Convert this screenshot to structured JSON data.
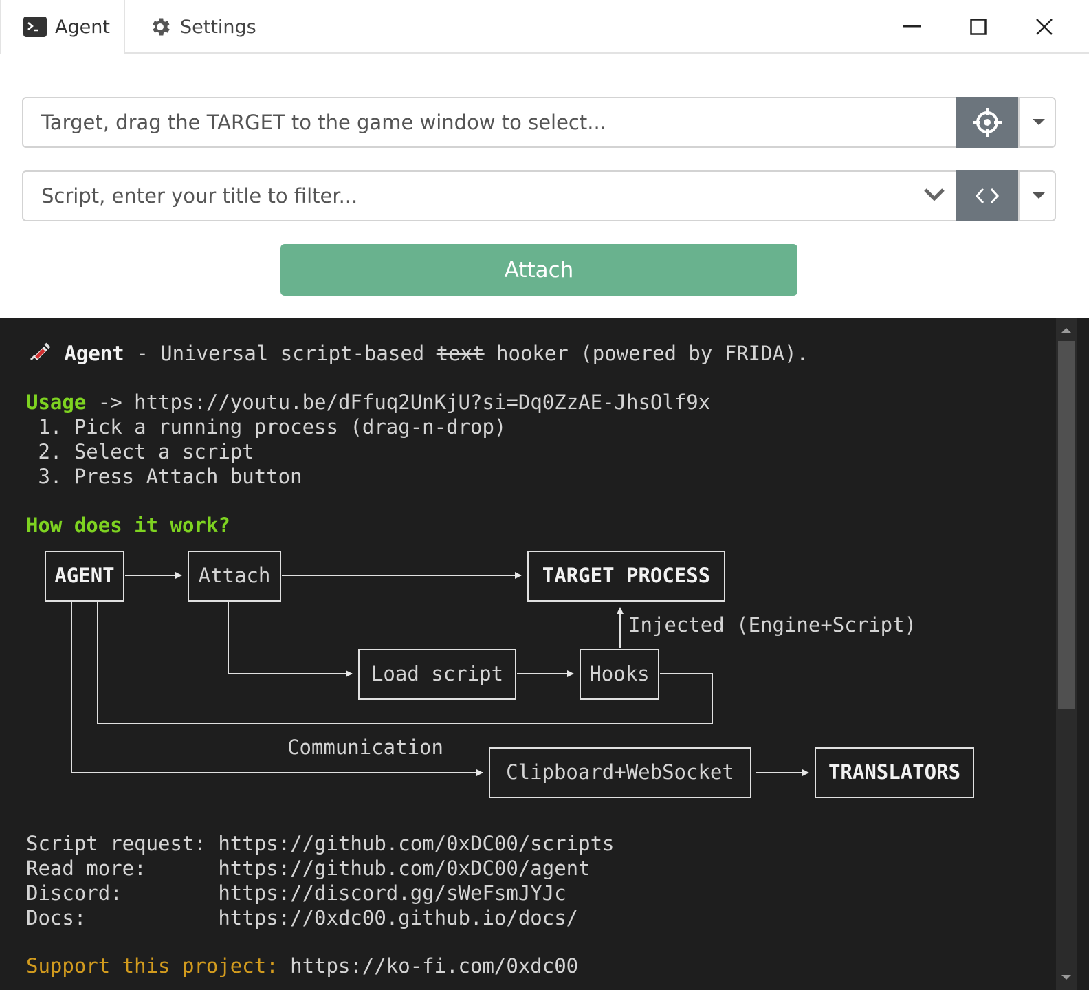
{
  "tabs": [
    {
      "label": "Agent",
      "icon": "terminal-icon",
      "active": true
    },
    {
      "label": "Settings",
      "icon": "gear-icon",
      "active": false
    }
  ],
  "target": {
    "placeholder": "Target, drag the TARGET to the game window to select...",
    "button_icon": "crosshair-icon"
  },
  "script": {
    "placeholder": "Script, enter your title to filter...",
    "button_icon": "code-icon"
  },
  "attach_label": "Attach",
  "colors": {
    "attach": "#69b28e",
    "tool_button": "#6c757d",
    "console_bg": "#1e1e1e",
    "heading_green": "#7ed321",
    "support_orange": "#d29b1e"
  },
  "console": {
    "intro": {
      "name": "Agent",
      "sep": " - Universal script-based ",
      "struck": "text",
      "rest": " hooker (powered by FRIDA)."
    },
    "usage": {
      "label": "Usage",
      "rest": " -> https://youtu.be/dFfuq2UnKjU?si=Dq0ZzAE-JhsOlf9x",
      "steps": [
        " 1. Pick a running process (drag-n-drop)",
        " 2. Select a script",
        " 3. Press Attach button"
      ]
    },
    "how_heading": "How does it work?",
    "diagram": {
      "agent": "AGENT",
      "attach": "Attach",
      "target_process": "TARGET PROCESS",
      "injected": "Injected (Engine+Script)",
      "load_script": "Load script",
      "hooks": "Hooks",
      "communication": "Communication",
      "clipboard": "Clipboard+WebSocket",
      "translators": "TRANSLATORS"
    },
    "links": [
      "Script request: https://github.com/0xDC00/scripts",
      "Read more:      https://github.com/0xDC00/agent",
      "Discord:        https://discord.gg/sWeFsmJYJc",
      "Docs:           https://0xdc00.github.io/docs/"
    ],
    "support": {
      "label": "Support this project:",
      "url": " https://ko-fi.com/0xdc00"
    }
  }
}
